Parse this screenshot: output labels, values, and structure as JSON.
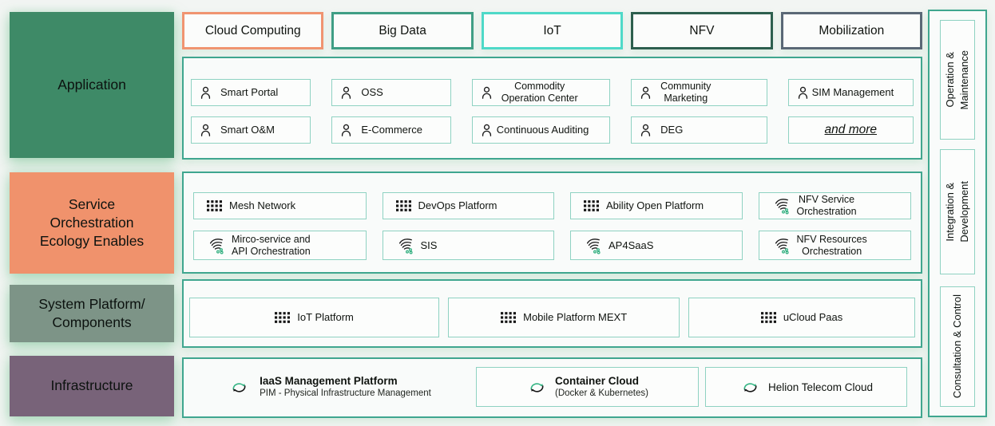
{
  "left_rows": [
    {
      "label": "Application",
      "bg": "#3e8a67"
    },
    {
      "label": "Service\nOrchestration\nEcology Enables",
      "bg": "#f0926c"
    },
    {
      "label": "System Platform/\nComponents",
      "bg": "#7d9487"
    },
    {
      "label": "Infrastructure",
      "bg": "#786379"
    }
  ],
  "tabs": [
    {
      "label": "Cloud Computing",
      "border_color": "#f09470"
    },
    {
      "label": "Big Data",
      "border_color": "#3f9e85"
    },
    {
      "label": "IoT",
      "border_color": "#4ed9c8"
    },
    {
      "label": "NFV",
      "border_color": "#2d5f4e"
    },
    {
      "label": "Mobilization",
      "border_color": "#5a6876"
    }
  ],
  "application": {
    "items": [
      "Smart Portal",
      "OSS",
      "Commodity\nOperation Center",
      "Community\nMarketing",
      "SIM Management",
      "Smart O&M",
      "E-Commerce",
      "Continuous Auditing",
      "DEG"
    ],
    "more": "and more"
  },
  "service": {
    "items": [
      "Mesh Network",
      "DevOps Platform",
      "Ability Open Platform",
      "NFV Service\nOrchestration",
      "Mirco-service and\nAPI Orchestration",
      "SIS",
      "AP4SaaS",
      "NFV Resources\nOrchestration"
    ]
  },
  "system": {
    "items": [
      "IoT Platform",
      "Mobile Platform MEXT",
      "uCloud Paas"
    ]
  },
  "infrastructure": {
    "items": [
      {
        "title": "IaaS Management Platform",
        "subtitle": "PIM - Physical Infrastructure Management"
      },
      {
        "title": "Container Cloud",
        "subtitle": "(Docker & Kubernetes)"
      },
      {
        "title": "Helion Telecom Cloud"
      }
    ]
  },
  "side_panel": {
    "items": [
      "Operation &\nMaintenance",
      "Integration &\nDevelopment",
      "Consultation & Control"
    ]
  },
  "colors": {
    "group_border": "#3fa68f",
    "item_border": "#8fd2c2",
    "icon_accent": "#35b584",
    "icon_ink": "#1a1a1a"
  }
}
